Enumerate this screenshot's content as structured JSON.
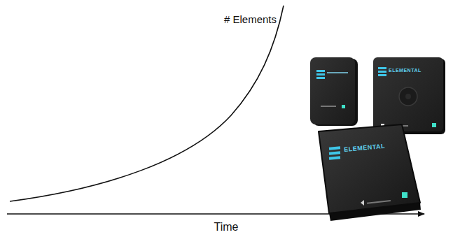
{
  "diagram": {
    "labels": [
      "# Elements",
      "Time",
      "ELEMENTAL",
      "ELEMENTAL"
    ]
  }
}
